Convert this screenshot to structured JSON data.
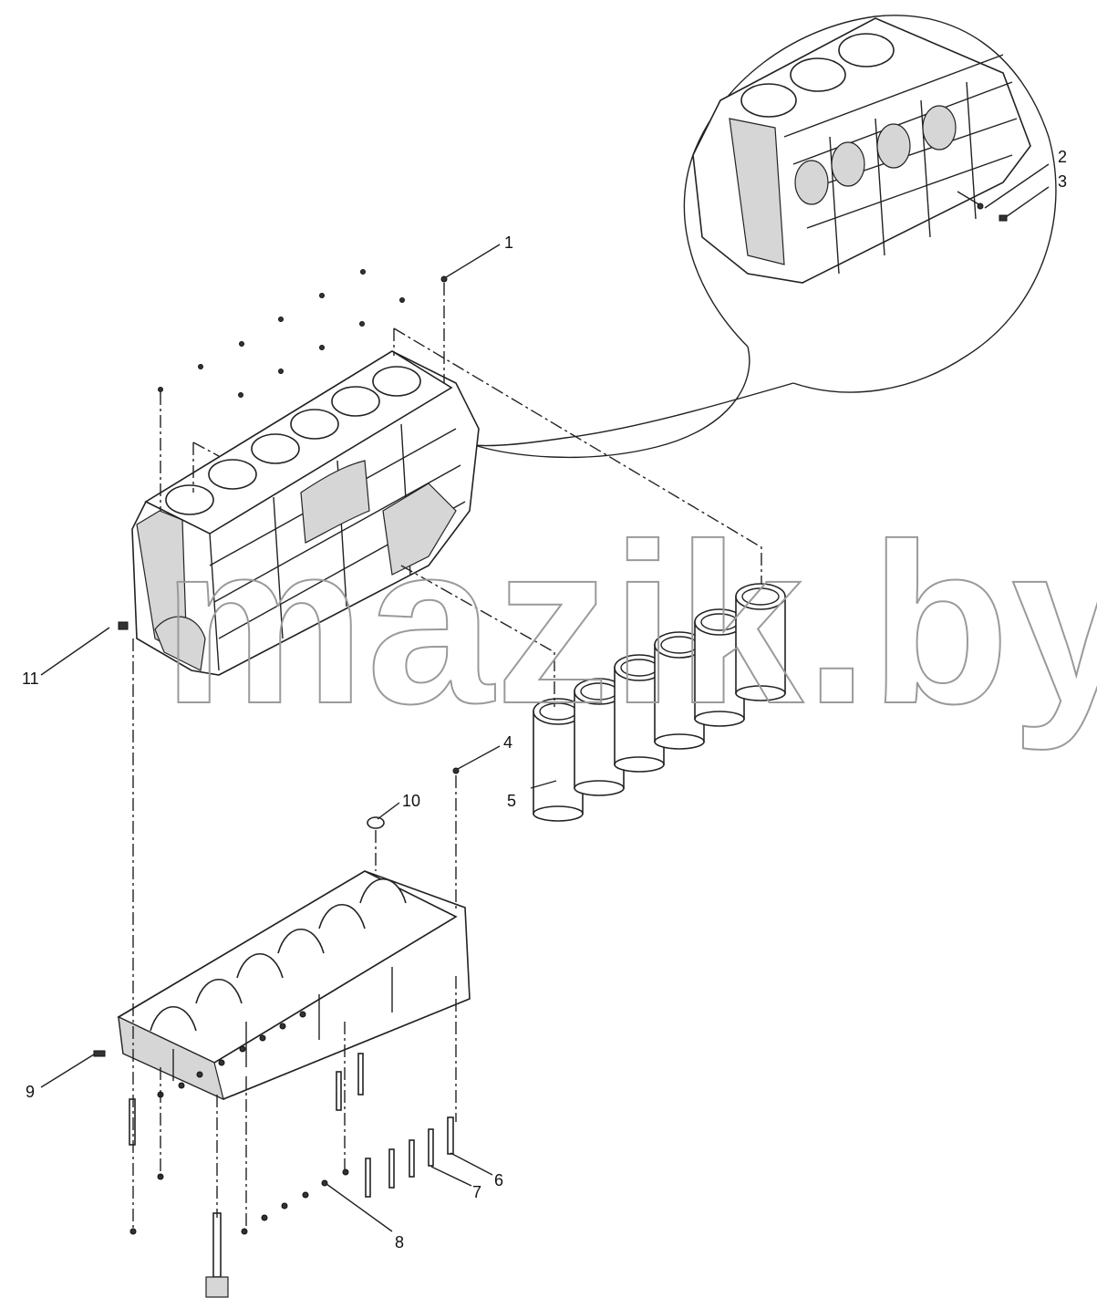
{
  "callouts": [
    {
      "id": "1",
      "text": "1"
    },
    {
      "id": "2",
      "text": "2"
    },
    {
      "id": "3",
      "text": "3"
    },
    {
      "id": "4",
      "text": "4"
    },
    {
      "id": "5",
      "text": "5"
    },
    {
      "id": "6",
      "text": "6"
    },
    {
      "id": "7",
      "text": "7"
    },
    {
      "id": "8",
      "text": "8"
    },
    {
      "id": "9",
      "text": "9"
    },
    {
      "id": "10",
      "text": "10"
    },
    {
      "id": "11",
      "text": "11"
    }
  ],
  "watermark": "mazik.by"
}
